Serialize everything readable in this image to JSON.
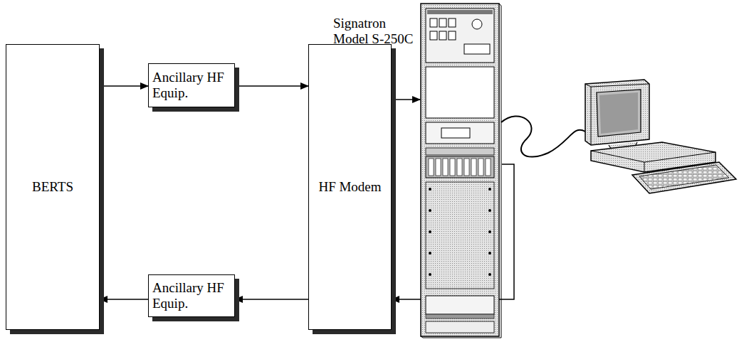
{
  "diagram": {
    "nodes": [
      {
        "text": [
          "BERTS"
        ]
      },
      {
        "text": [
          "Ancillary HF Equip."
        ]
      },
      {
        "text": [
          "Ancillary HF Equip."
        ]
      },
      {
        "text": [
          "HF Modem"
        ]
      },
      {
        "text": [
          "Signatron Model S-250C"
        ]
      }
    ],
    "edges": [
      {
        "from": 0,
        "to": 1,
        "arrow": "to"
      },
      {
        "from": 1,
        "to": 3,
        "arrow": "to"
      },
      {
        "from": 3,
        "to": 4,
        "arrow": "to"
      },
      {
        "from": 4,
        "to": 3,
        "arrow": "to"
      },
      {
        "from": 3,
        "to": 2,
        "arrow": "to"
      },
      {
        "from": 2,
        "to": 0,
        "arrow": "to"
      }
    ]
  }
}
